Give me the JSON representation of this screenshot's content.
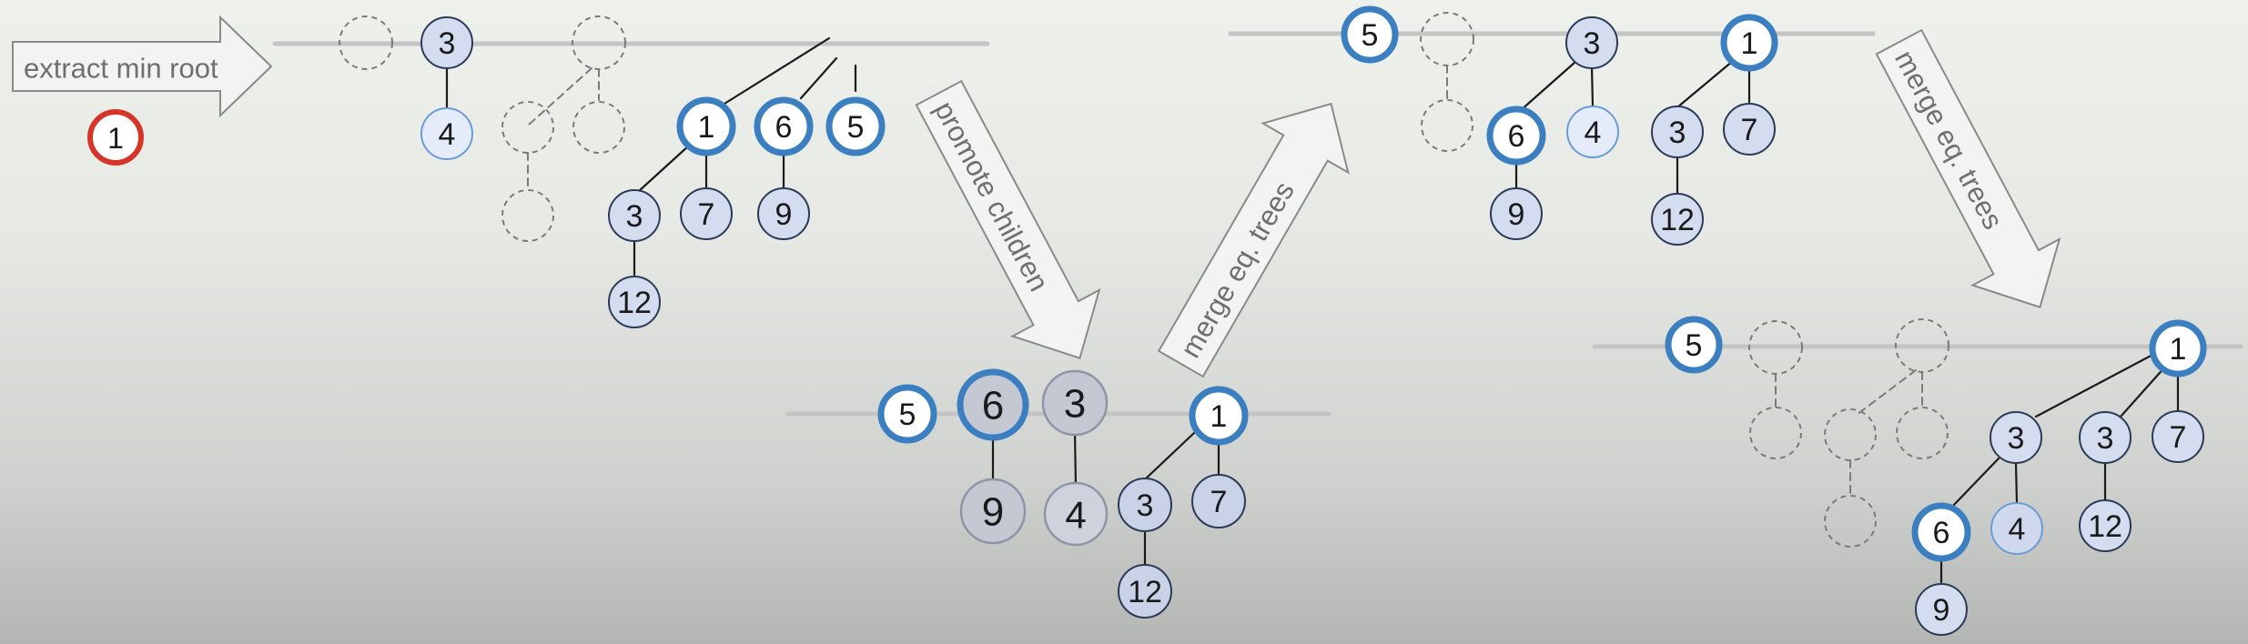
{
  "step_labels": {
    "extract": "extract min root",
    "promote": "promote children",
    "merge1": "merge eq. trees",
    "merge2": "merge eq. trees"
  },
  "extracted_root": "1",
  "colors": {
    "root_list": "#c4c4c4",
    "edge": "#1b1b1b",
    "dashed": "#7a7a7a",
    "blue_ring": "#3b7fc0",
    "red_ring": "#d6352a",
    "node_fill": "#d4dcef",
    "node_fill_light": "#e4ecfa",
    "node_fill_gray": "#c3c8d3",
    "arrow_fill": "#f3f4f2",
    "arrow_stroke": "#8a8a8a"
  },
  "panels": {
    "before": {
      "nodes": [
        {
          "key": "b3",
          "label": "3"
        },
        {
          "key": "b4",
          "label": "4"
        },
        {
          "key": "b1",
          "label": "1"
        },
        {
          "key": "b6",
          "label": "6"
        },
        {
          "key": "b5",
          "label": "5"
        },
        {
          "key": "b3b",
          "label": "3"
        },
        {
          "key": "b7",
          "label": "7"
        },
        {
          "key": "b9",
          "label": "9"
        },
        {
          "key": "b12",
          "label": "12"
        }
      ]
    },
    "promoted": {
      "nodes": [
        {
          "key": "p5",
          "label": "5"
        },
        {
          "key": "p6",
          "label": "6"
        },
        {
          "key": "p3",
          "label": "3"
        },
        {
          "key": "p1",
          "label": "1"
        },
        {
          "key": "p9",
          "label": "9"
        },
        {
          "key": "p4",
          "label": "4"
        },
        {
          "key": "p3b",
          "label": "3"
        },
        {
          "key": "p7",
          "label": "7"
        },
        {
          "key": "p12",
          "label": "12"
        }
      ]
    },
    "merged1": {
      "nodes": [
        {
          "key": "m5",
          "label": "5"
        },
        {
          "key": "m3",
          "label": "3"
        },
        {
          "key": "m1",
          "label": "1"
        },
        {
          "key": "m6",
          "label": "6"
        },
        {
          "key": "m4",
          "label": "4"
        },
        {
          "key": "m3b",
          "label": "3"
        },
        {
          "key": "m7",
          "label": "7"
        },
        {
          "key": "m9",
          "label": "9"
        },
        {
          "key": "m12",
          "label": "12"
        }
      ]
    },
    "merged2": {
      "nodes": [
        {
          "key": "f5",
          "label": "5"
        },
        {
          "key": "f1",
          "label": "1"
        },
        {
          "key": "f3",
          "label": "3"
        },
        {
          "key": "f3b",
          "label": "3"
        },
        {
          "key": "f7",
          "label": "7"
        },
        {
          "key": "f6",
          "label": "6"
        },
        {
          "key": "f4",
          "label": "4"
        },
        {
          "key": "f12",
          "label": "12"
        },
        {
          "key": "f9",
          "label": "9"
        }
      ]
    }
  }
}
